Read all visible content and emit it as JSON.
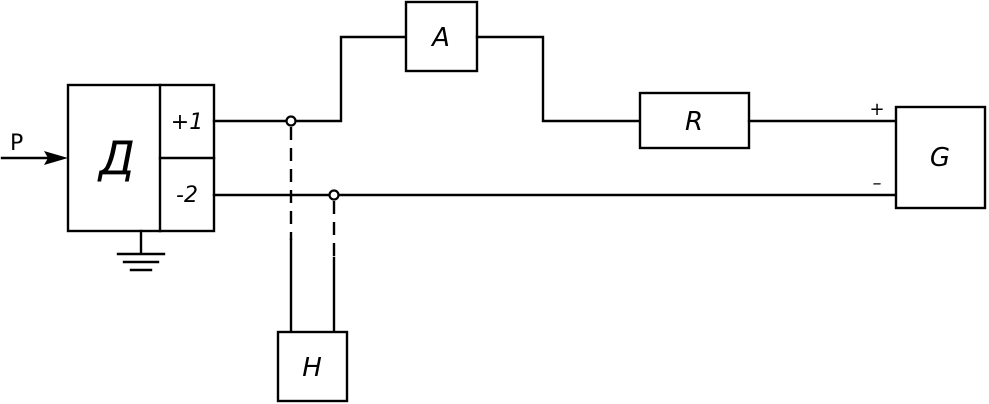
{
  "input_label": "P",
  "sensor": {
    "label": "Д",
    "terminal_1": "+1",
    "terminal_2": "-2"
  },
  "block_a": "A",
  "block_r": "R",
  "block_g": {
    "label": "G",
    "plus": "+",
    "minus": "–"
  },
  "block_h": "H"
}
